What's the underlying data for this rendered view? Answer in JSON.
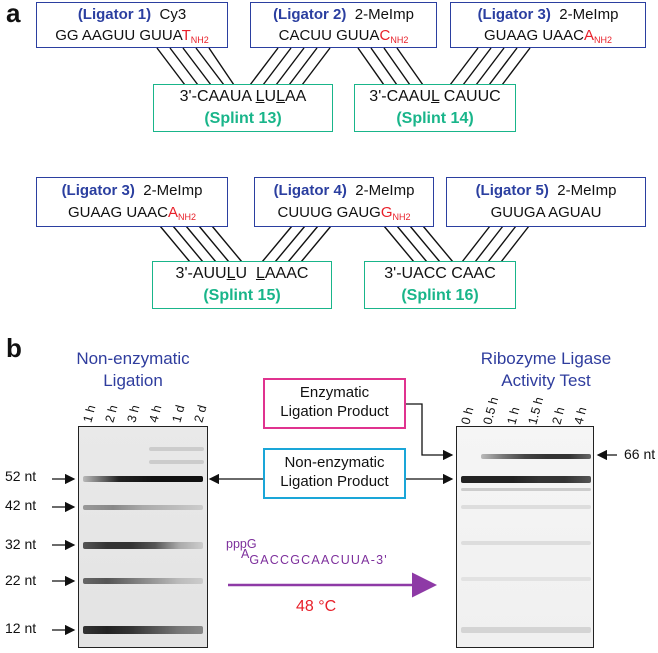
{
  "panel_a_label": "a",
  "panel_b_label": "b",
  "ligators_row1": [
    {
      "name": "(Ligator 1)",
      "tag": "Cy3",
      "seq": "GG AAGUU GUUA",
      "end": "T",
      "sub": "NH2"
    },
    {
      "name": "(Ligator 2)",
      "tag": "2-MeImp",
      "seq": "CACUU GUUA",
      "end": "C",
      "sub": "NH2"
    },
    {
      "name": "(Ligator 3)",
      "tag": "2-MeImp",
      "seq": "GUAAG UAAC",
      "end": "A",
      "sub": "NH2"
    }
  ],
  "ligators_row2": [
    {
      "name": "(Ligator 3)",
      "tag": "2-MeImp",
      "seq": "GUAAG UAAC",
      "end": "A",
      "sub": "NH2"
    },
    {
      "name": "(Ligator 4)",
      "tag": "2-MeImp",
      "seq": "CUUUG GAUG",
      "end": "G",
      "sub": "NH2"
    },
    {
      "name": "(Ligator 5)",
      "tag": "2-MeImp",
      "seq": "GUUGA AGUAU",
      "end": "",
      "sub": ""
    }
  ],
  "splints": [
    {
      "seq_html_parts": [
        "3'-CAAUA ",
        "L",
        "U",
        "L",
        "AA"
      ],
      "name": "(Splint 13)"
    },
    {
      "seq_html_parts": [
        "3'-CAAU",
        "L",
        " CAUUC"
      ],
      "name": "(Splint 14)"
    },
    {
      "seq_html_parts": [
        "3'-AUU",
        "L",
        "U  ",
        "L",
        "AAAC"
      ],
      "name": "(Splint 15)"
    },
    {
      "seq_html_parts": [
        "3'-UACC CAAC"
      ],
      "name": "(Splint 16)"
    }
  ],
  "gel_left": {
    "title_line1": "Non-enzymatic",
    "title_line2": "Ligation",
    "lanes": [
      "1 h",
      "2 h",
      "3 h",
      "4 h",
      "1 d",
      "2 d"
    ],
    "markers": [
      "52 nt",
      "42 nt",
      "32 nt",
      "22 nt",
      "12 nt"
    ]
  },
  "gel_right": {
    "title_line1": "Ribozyme Ligase",
    "title_line2": "Activity Test",
    "lanes": [
      "0 h",
      "0.5 h",
      "1 h",
      "1.5 h",
      "2 h",
      "4 h"
    ],
    "marker": "66 nt"
  },
  "enzymatic_box": {
    "line1": "Enzymatic",
    "line2": "Ligation Product",
    "color": "#e0338f"
  },
  "nonenz_box": {
    "line1": "Non-enzymatic",
    "line2": "Ligation Product",
    "color": "#1aa6d8"
  },
  "substrate": {
    "prefix": "pppG",
    "sub": "A",
    "seq": "GACCGCAACUUA-3'",
    "color": "#7d2f9c"
  },
  "temperature": "48 °C",
  "colors": {
    "ligator_border": "#2b3fa0",
    "splint_border": "#19b58a",
    "nh2_red": "#e8202a",
    "arrow_purple": "#8e3aa6"
  }
}
